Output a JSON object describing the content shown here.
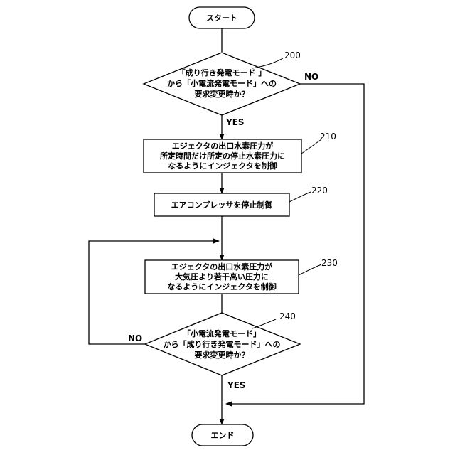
{
  "start": {
    "label": "スタート"
  },
  "end": {
    "label": "エンド"
  },
  "steps": {
    "s200": {
      "ref": "200",
      "lines": [
        "「成り行き発電モード 」",
        "から「小電流発電モード」への",
        "要求変更時か？"
      ]
    },
    "s210": {
      "ref": "210",
      "lines": [
        "エジェクタの出口水素圧力が",
        "所定時間だけ所定の停止水素圧力に",
        "なるようにインジェクタを制御"
      ]
    },
    "s220": {
      "ref": "220",
      "lines": [
        "エアコンプレッサを停止制御"
      ]
    },
    "s230": {
      "ref": "230",
      "lines": [
        "エジェクタの出口水素圧力が",
        "大気圧より若干高い圧力に",
        "なるようにインジェクタを制御"
      ]
    },
    "s240": {
      "ref": "240",
      "lines": [
        "「小電流発電モード」",
        "から「成り行き発電モード」への",
        "要求変更時か？"
      ]
    }
  },
  "branches": {
    "s200_yes": "YES",
    "s200_no": "NO",
    "s240_yes": "YES",
    "s240_no": "NO"
  }
}
